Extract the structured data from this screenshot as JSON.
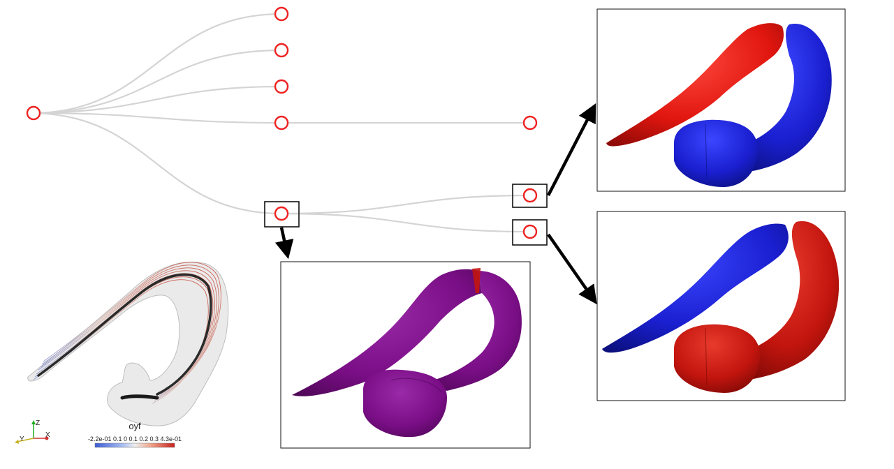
{
  "tree": {
    "node_count": 9,
    "edge_color": "#d4d4d4",
    "node_color": "#ee2222"
  },
  "colors": {
    "purple": "#7a0e86",
    "red": "#e0160f",
    "blue": "#1a1fd0",
    "selection_box": "#111111",
    "arrow": "#000000"
  },
  "inset": {
    "colorbar": {
      "title": "oyf",
      "tick_labels": "-2.2e-01  0.1  0  0.1  0.2  0.3  4.3e-01",
      "min_color": "#3b5bd6",
      "max_color": "#c8201c"
    },
    "axes": {
      "z": "Z",
      "y": "Y",
      "x": "X"
    }
  },
  "panels": [
    {
      "name": "bottom-center",
      "scheme": "purple"
    },
    {
      "name": "top-right",
      "scheme": "red-blue"
    },
    {
      "name": "bottom-right",
      "scheme": "blue-red"
    }
  ]
}
